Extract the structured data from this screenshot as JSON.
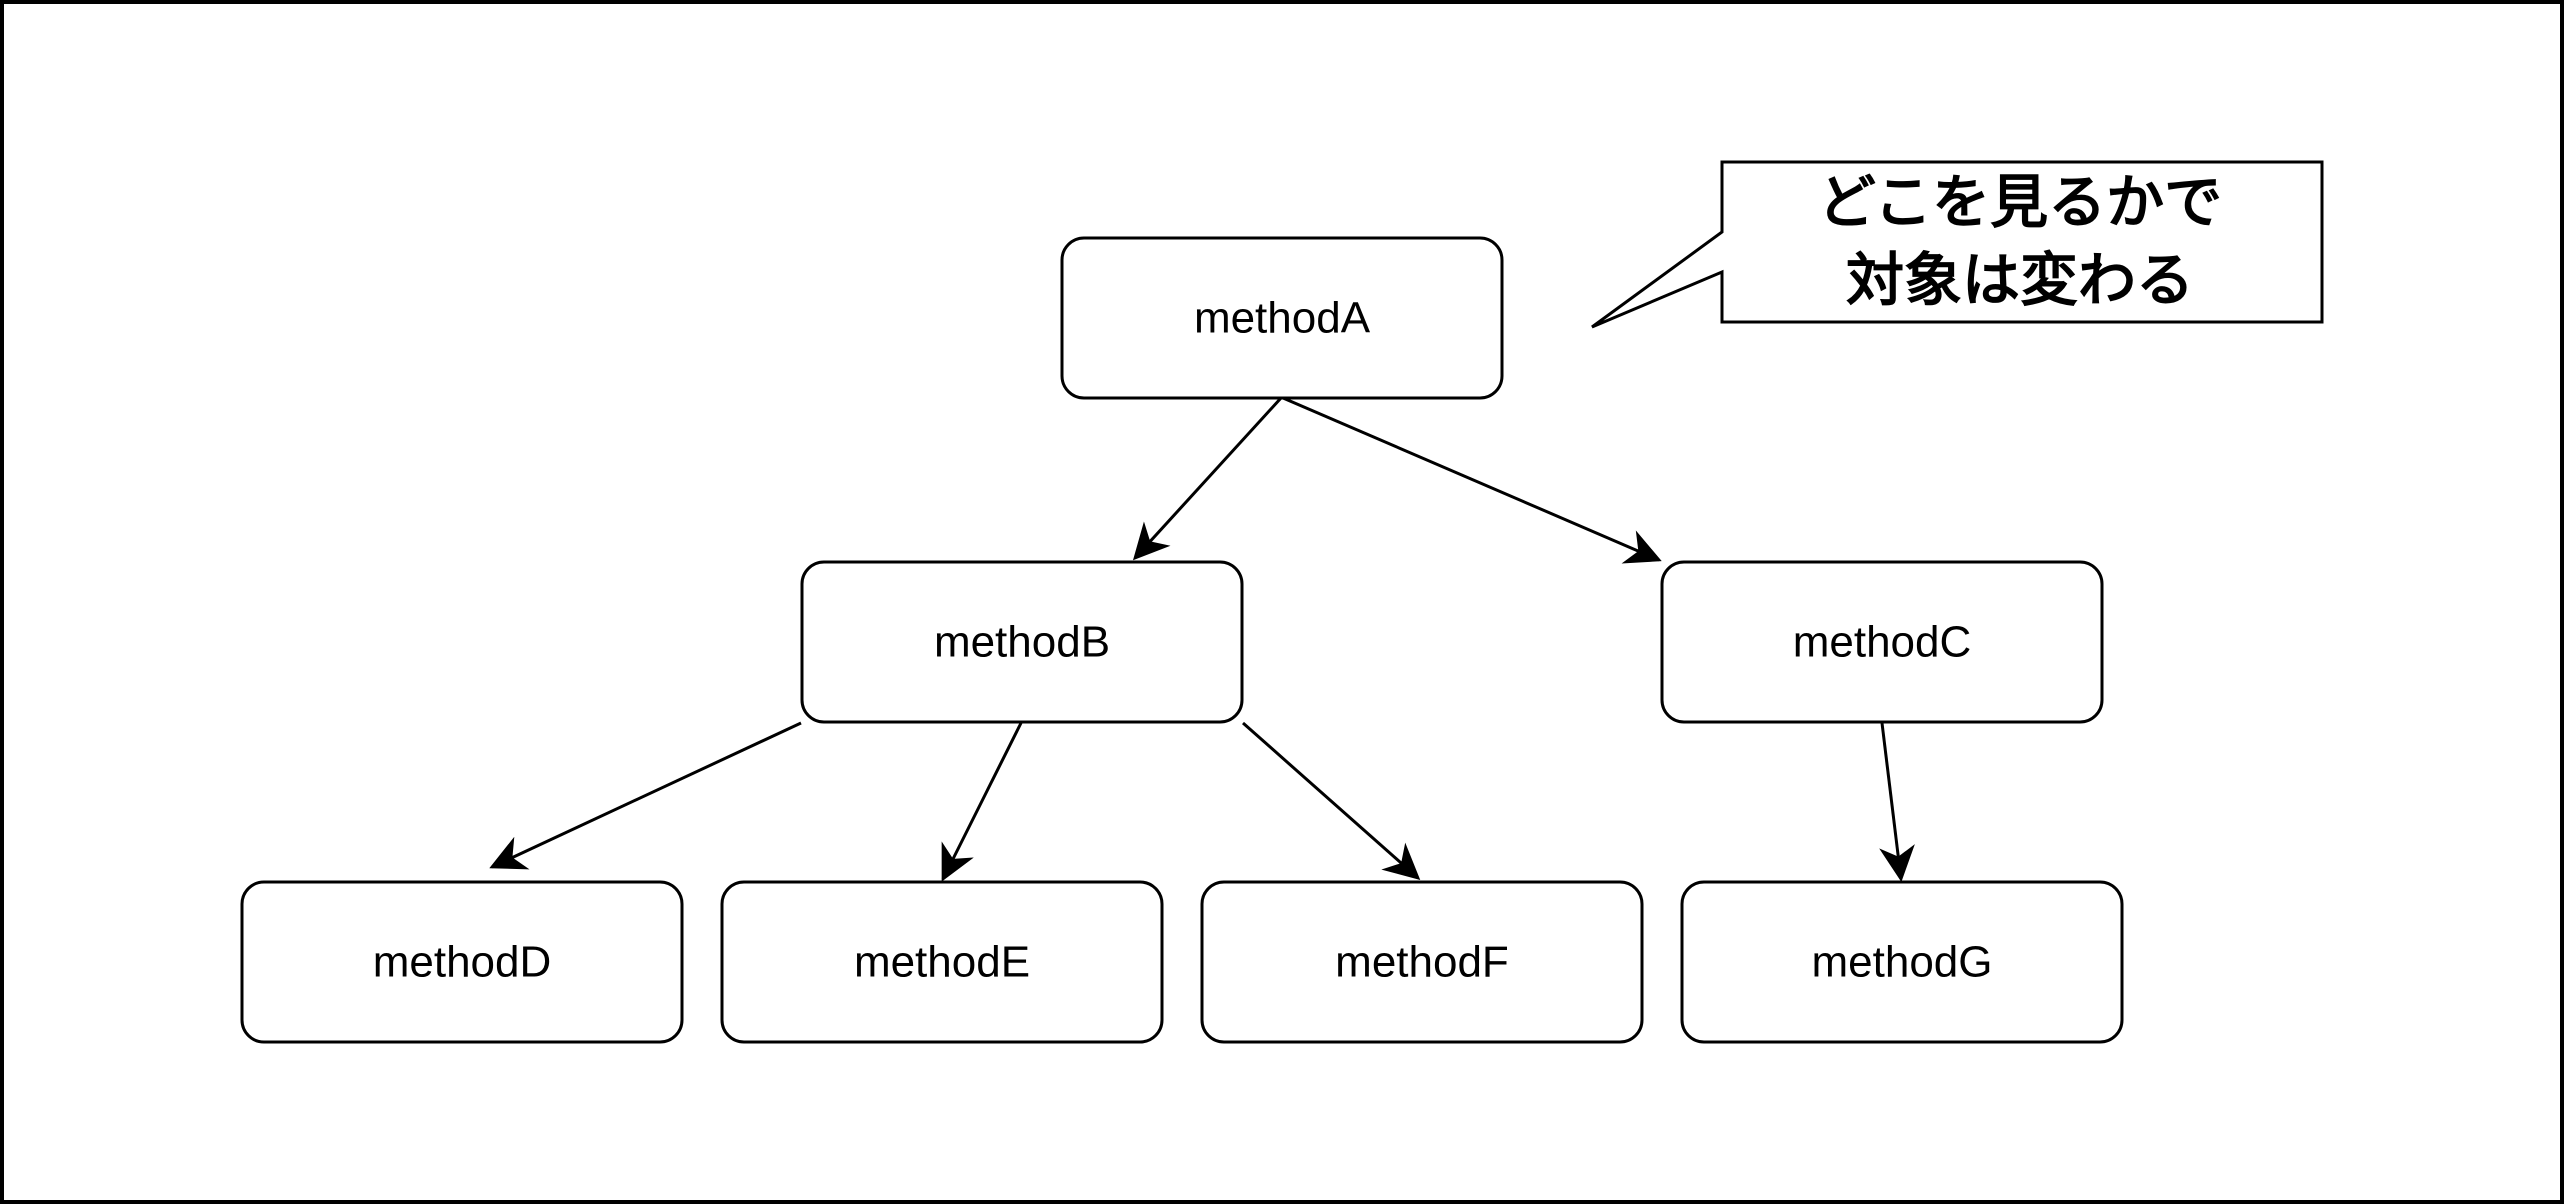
{
  "diagram": {
    "nodes": [
      {
        "id": "A",
        "label": "methodA"
      },
      {
        "id": "B",
        "label": "methodB"
      },
      {
        "id": "C",
        "label": "methodC"
      },
      {
        "id": "D",
        "label": "methodD"
      },
      {
        "id": "E",
        "label": "methodE"
      },
      {
        "id": "F",
        "label": "methodF"
      },
      {
        "id": "G",
        "label": "methodG"
      }
    ],
    "edges": [
      {
        "from": "A",
        "to": "B"
      },
      {
        "from": "A",
        "to": "C"
      },
      {
        "from": "B",
        "to": "D"
      },
      {
        "from": "B",
        "to": "E"
      },
      {
        "from": "B",
        "to": "F"
      },
      {
        "from": "C",
        "to": "G"
      }
    ],
    "callout": {
      "line1": "どこを見るかで",
      "line2": "対象は変わる"
    },
    "colors": {
      "stroke": "#000000",
      "fill": "#ffffff"
    }
  }
}
